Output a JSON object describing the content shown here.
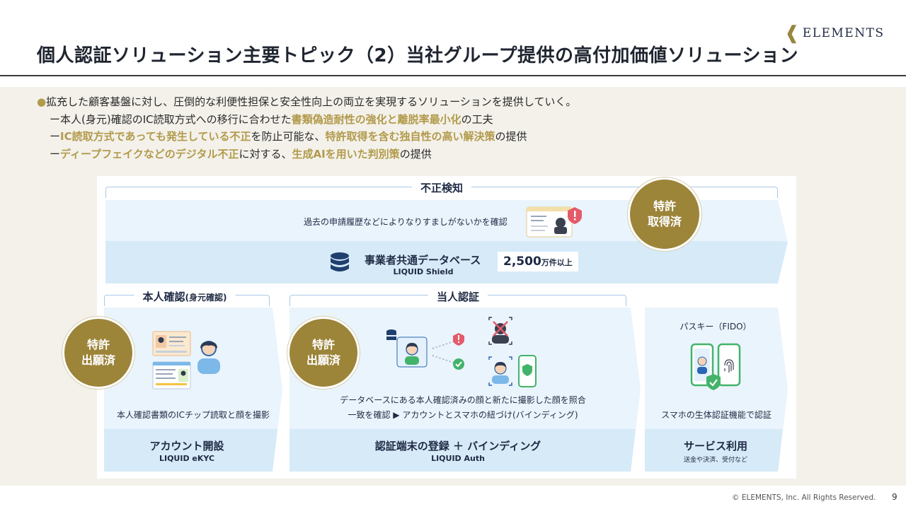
{
  "header": {
    "title": "個人認証ソリューション主要トピック（2）当社グループ提供の高付加価値ソリューション",
    "logo_text": "ELEMENTS"
  },
  "bullets": {
    "main": "拡充した顧客基盤に対し、圧倒的な利便性担保と安全性向上の両立を実現するソリューションを提供していく。",
    "sub1": {
      "prefix": "ー本人(身元)確認のIC読取方式への移行に合わせた",
      "highlight": "書類偽造耐性の強化と離脱率最小化",
      "suffix": "の工夫"
    },
    "sub2": {
      "prefix": "ー",
      "highlight1": "IC読取方式であっても発生している不正",
      "middle": "を防止可能な、",
      "highlight2": "特許取得を含む独自性の高い解決策",
      "suffix": "の提供"
    },
    "sub3": {
      "prefix": "ー",
      "highlight1": "ディープフェイクなどのデジタル不正",
      "middle": "に対する、",
      "highlight2": "生成AIを用いた判別策",
      "suffix": "の提供"
    }
  },
  "fraud": {
    "label": "不正検知",
    "desc": "過去の申請履歴などによりなりすましがないかを確認",
    "db_title": "事業者共通データベース",
    "db_product": "LIQUID Shield",
    "badge_number": "2,500",
    "badge_unit": "万件以上",
    "patent_line1": "特許",
    "patent_line2": "取得済"
  },
  "identity": {
    "label": "本人確認",
    "label_small": "(身元確認)",
    "desc": "本人確認書類のICチップ読取と顔を撮影",
    "step": "アカウント開設",
    "product": "LIQUID eKYC",
    "patent_line1": "特許",
    "patent_line2": "出願済"
  },
  "auth": {
    "label": "当人認証",
    "desc1": "データベースにある本人確認済みの顔と新たに撮影した顔を照合",
    "desc2": "一致を確認 ▶ アカウントとスマホの紐づけ(バインディング)",
    "step": "認証端末の登録 ＋ バインディング",
    "product": "LIQUID Auth",
    "patent_line1": "特許",
    "patent_line2": "出願済"
  },
  "service": {
    "title": "パスキー（FIDO）",
    "desc": "スマホの生体認証機能で認証",
    "step": "サービス利用",
    "sub": "送金や決済、受付など"
  },
  "footer": {
    "copyright": "© ELEMENTS, Inc. All Rights Reserved.",
    "page": "9"
  },
  "colors": {
    "gold": "#9c8439",
    "highlight": "#b29a4b",
    "navy": "#1f2a44",
    "chevron_light": "#eaf4fc",
    "chevron_mid": "#d4e9f8",
    "beige": "#f3f1ea"
  }
}
